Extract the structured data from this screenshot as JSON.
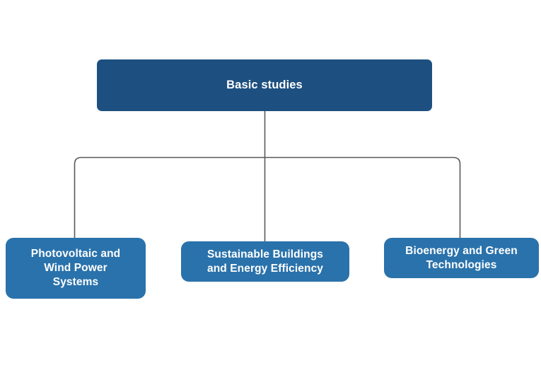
{
  "diagram": {
    "type": "organizational-tree",
    "orientation": "top-down",
    "background_color": "#ffffff",
    "connector_color": "#595959",
    "root": {
      "label": "Basic studies",
      "fill_color": "#1d5080",
      "text_color": "#ffffff"
    },
    "children": [
      {
        "label": "Photovoltaic and\nWind Power\nSystems",
        "fill_color": "#2a72ab",
        "text_color": "#ffffff"
      },
      {
        "label": "Sustainable Buildings\nand Energy Efficiency",
        "fill_color": "#2a72ab",
        "text_color": "#ffffff"
      },
      {
        "label": "Bioenergy and Green\nTechnologies",
        "fill_color": "#2a72ab",
        "text_color": "#ffffff"
      }
    ]
  }
}
